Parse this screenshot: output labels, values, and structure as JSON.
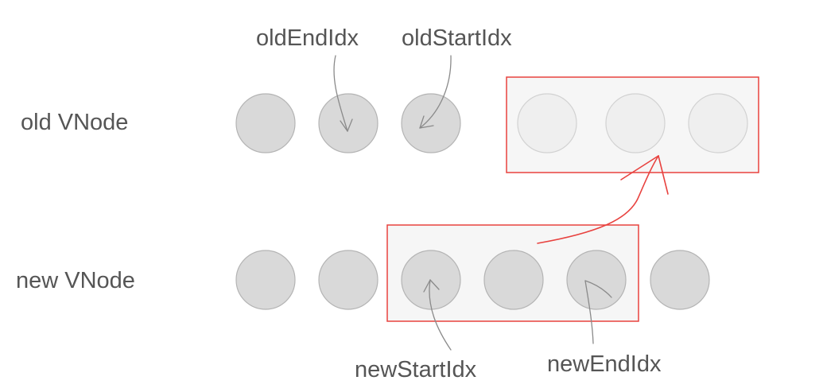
{
  "rows": {
    "old_label": "old VNode",
    "new_label": "new VNode"
  },
  "pointers": {
    "old_end": "oldEndIdx",
    "old_start": "oldStartIdx",
    "new_start": "newStartIdx",
    "new_end": "newEndIdx"
  },
  "colors": {
    "node_fill": "#d9d9d9",
    "node_stroke": "#b4b4b4",
    "faded_fill": "#efefef",
    "faded_stroke": "#d2d2d2",
    "box_stroke": "#e8423f",
    "box_fill": "#f6f6f6",
    "pointer_stroke": "#8a8a8a",
    "text": "#555555"
  },
  "nodes": {
    "old_count": 6,
    "old_moved_count": 3,
    "new_count": 6
  }
}
